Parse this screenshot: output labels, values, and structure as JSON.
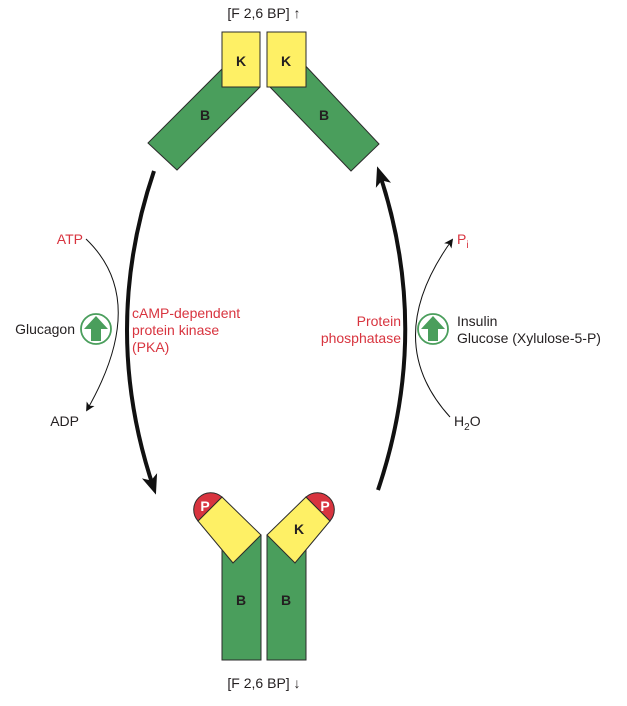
{
  "diagram": {
    "top_state": {
      "label": "[F 2,6 BP] ↑",
      "subunits": [
        {
          "kinase_label": "K",
          "bisphosphatase_label": "B"
        },
        {
          "kinase_label": "K",
          "bisphosphatase_label": "B"
        }
      ]
    },
    "bottom_state": {
      "label": "[F 2,6 BP] ↓",
      "subunits": [
        {
          "kinase_label": "",
          "bisphosphatase_label": "B",
          "phospho_label": "P"
        },
        {
          "kinase_label": "K",
          "bisphosphatase_label": "B",
          "phospho_label": "P"
        }
      ]
    },
    "left_reaction": {
      "substrate": "ATP",
      "product": "ADP",
      "effector": "Glucagon",
      "effector_icon": "up-arrow-icon",
      "enzyme_lines": [
        "cAMP-dependent",
        "protein kinase",
        "(PKA)"
      ]
    },
    "right_reaction": {
      "substrate_main": "H",
      "substrate_sub": "2",
      "substrate_tail": "O",
      "product_main": "P",
      "product_sub": "i",
      "effector_lines": [
        "Insulin",
        "Glucose (Xylulose-5-P)"
      ],
      "effector_icon": "up-arrow-icon",
      "enzyme_lines": [
        "Protein",
        "phosphatase"
      ]
    },
    "colors": {
      "bisphosphatase": "#4a9e5c",
      "kinase": "#fef065",
      "phosphate": "#d8343f",
      "enzyme_text": "#d8343f",
      "effector_circle": "#4a9e5c"
    }
  }
}
